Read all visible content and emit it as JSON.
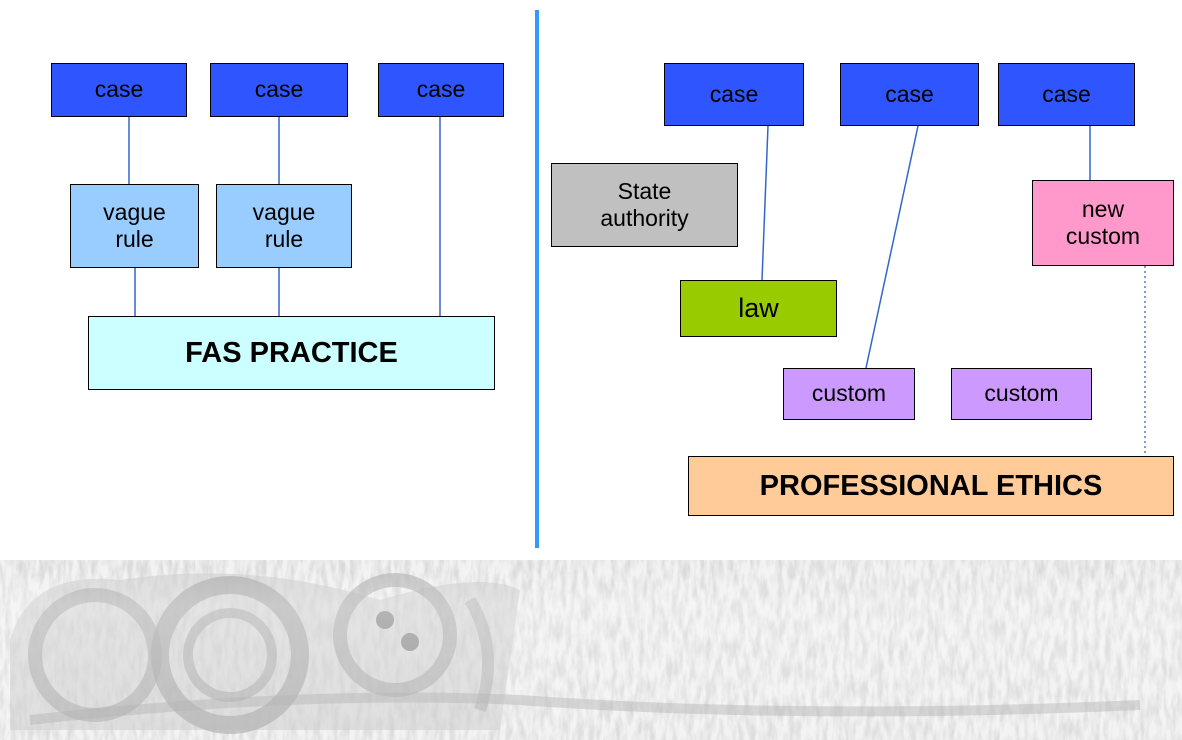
{
  "left": {
    "cases": [
      "case",
      "case",
      "case"
    ],
    "vague_rules": [
      [
        "vague",
        "rule"
      ],
      [
        "vague",
        "rule"
      ]
    ],
    "practice": "FAS PRACTICE"
  },
  "right": {
    "cases": [
      "case",
      "case",
      "case"
    ],
    "state_authority": [
      "State",
      "authority"
    ],
    "law": "law",
    "new_custom": [
      "new",
      "custom"
    ],
    "customs": [
      "custom",
      "custom"
    ],
    "ethics": "PROFESSIONAL ETHICS"
  },
  "colors": {
    "case": "#2f55ff",
    "vague_rule": "#99ccff",
    "state_authority": "#c0c0c0",
    "law": "#99cc00",
    "new_custom": "#ff99cc",
    "custom": "#cc99ff",
    "fas_practice": "#ccffff",
    "professional_ethics": "#ffcc99",
    "divider": "#3399ff",
    "connector": "#3366cc"
  }
}
